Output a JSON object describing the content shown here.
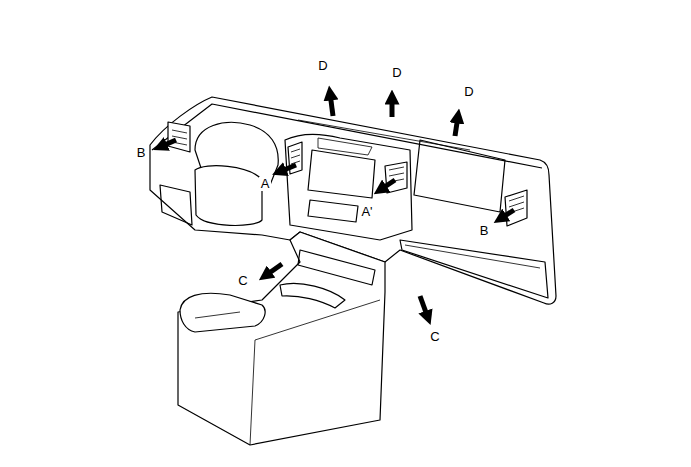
{
  "diagram": {
    "labels": [
      "D",
      "D",
      "D",
      "B",
      "A",
      "A'",
      "B",
      "C",
      "C"
    ]
  }
}
